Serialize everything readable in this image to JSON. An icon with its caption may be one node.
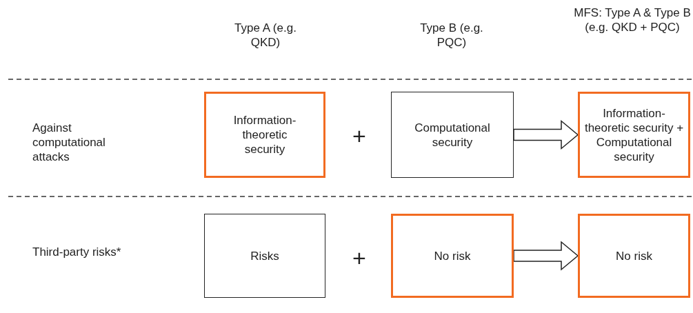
{
  "diagram": {
    "nodes": [
      {
        "text": [
          "Information-theoretic security"
        ]
      },
      {
        "text": [
          "Computational security"
        ]
      },
      {
        "text": [
          "Information-theoretic security + Computational security"
        ]
      },
      {
        "text": [
          "Risks"
        ]
      },
      {
        "text": [
          "No risk"
        ]
      },
      {
        "text": [
          "No risk"
        ]
      }
    ],
    "edges": [
      {
        "from": 1,
        "to": 2,
        "arrow": "to"
      },
      {
        "from": 4,
        "to": 5,
        "arrow": "to"
      }
    ],
    "labels": [
      "Type A (e.g. QKD)",
      "Type B (e.g. PQC)",
      "MFS: Type A & Type B (e.g. QKD + PQC)",
      "Against computational attacks",
      "+",
      "Third-party risks*",
      "+"
    ]
  }
}
